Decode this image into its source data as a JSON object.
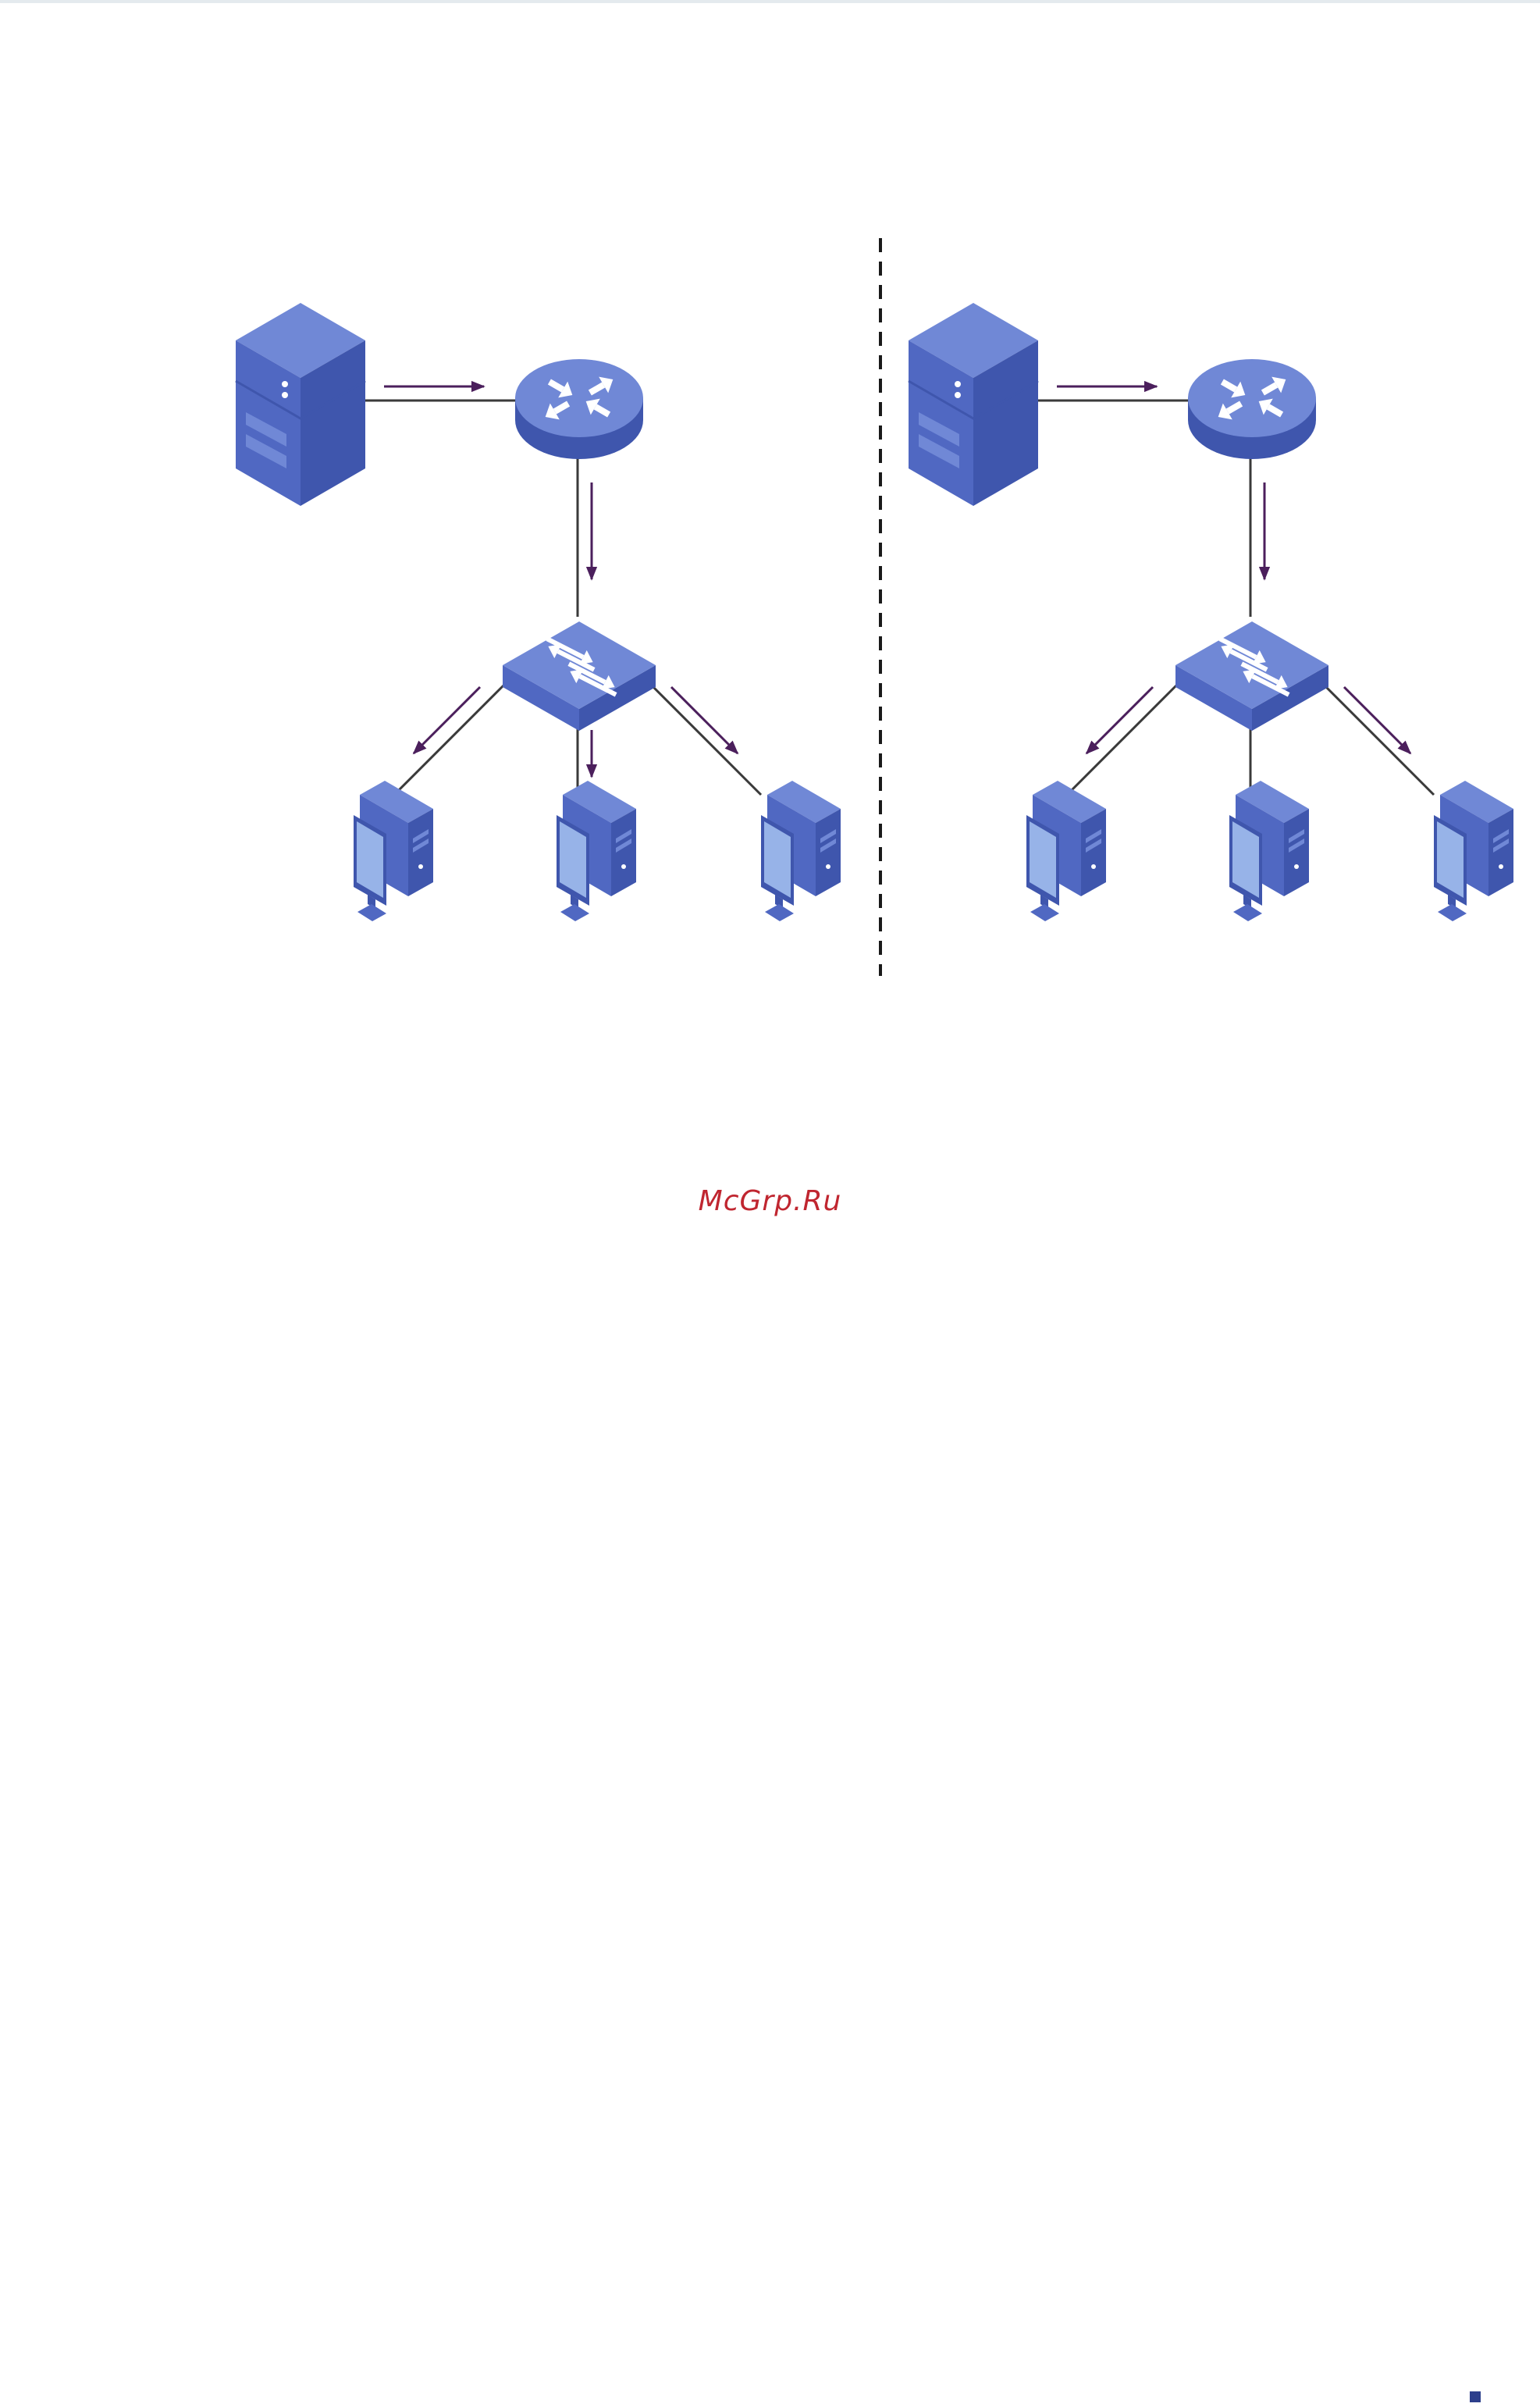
{
  "watermark": {
    "text": "McGrp.Ru"
  },
  "colors": {
    "device_top": "#7088d6",
    "device_front": "#5068c2",
    "device_side": "#3f56ad",
    "monitor_screen": "#97b3e8",
    "link_line": "#3a3a3a",
    "flow_arrow": "#4b1f5c",
    "divider": "#1a1a1a",
    "watermark": "#c02630",
    "page_marker": "#2d3f8c"
  },
  "diagrams": [
    {
      "server": "server-icon",
      "router": "router-icon",
      "switch": "switch-icon",
      "hosts": [
        "host-pc-icon",
        "host-pc-icon",
        "host-pc-icon"
      ],
      "flows": [
        "server-to-router",
        "router-to-switch",
        "switch-to-host-1",
        "switch-to-host-2",
        "switch-to-host-3"
      ]
    },
    {
      "server": "server-icon",
      "router": "router-icon",
      "switch": "switch-icon",
      "hosts": [
        "host-pc-icon",
        "host-pc-icon",
        "host-pc-icon"
      ],
      "flows": [
        "server-to-router",
        "router-to-switch",
        "switch-to-host-1",
        "switch-to-host-3"
      ]
    }
  ],
  "legend": {
    "symbol": "flow-arrow-icon"
  }
}
